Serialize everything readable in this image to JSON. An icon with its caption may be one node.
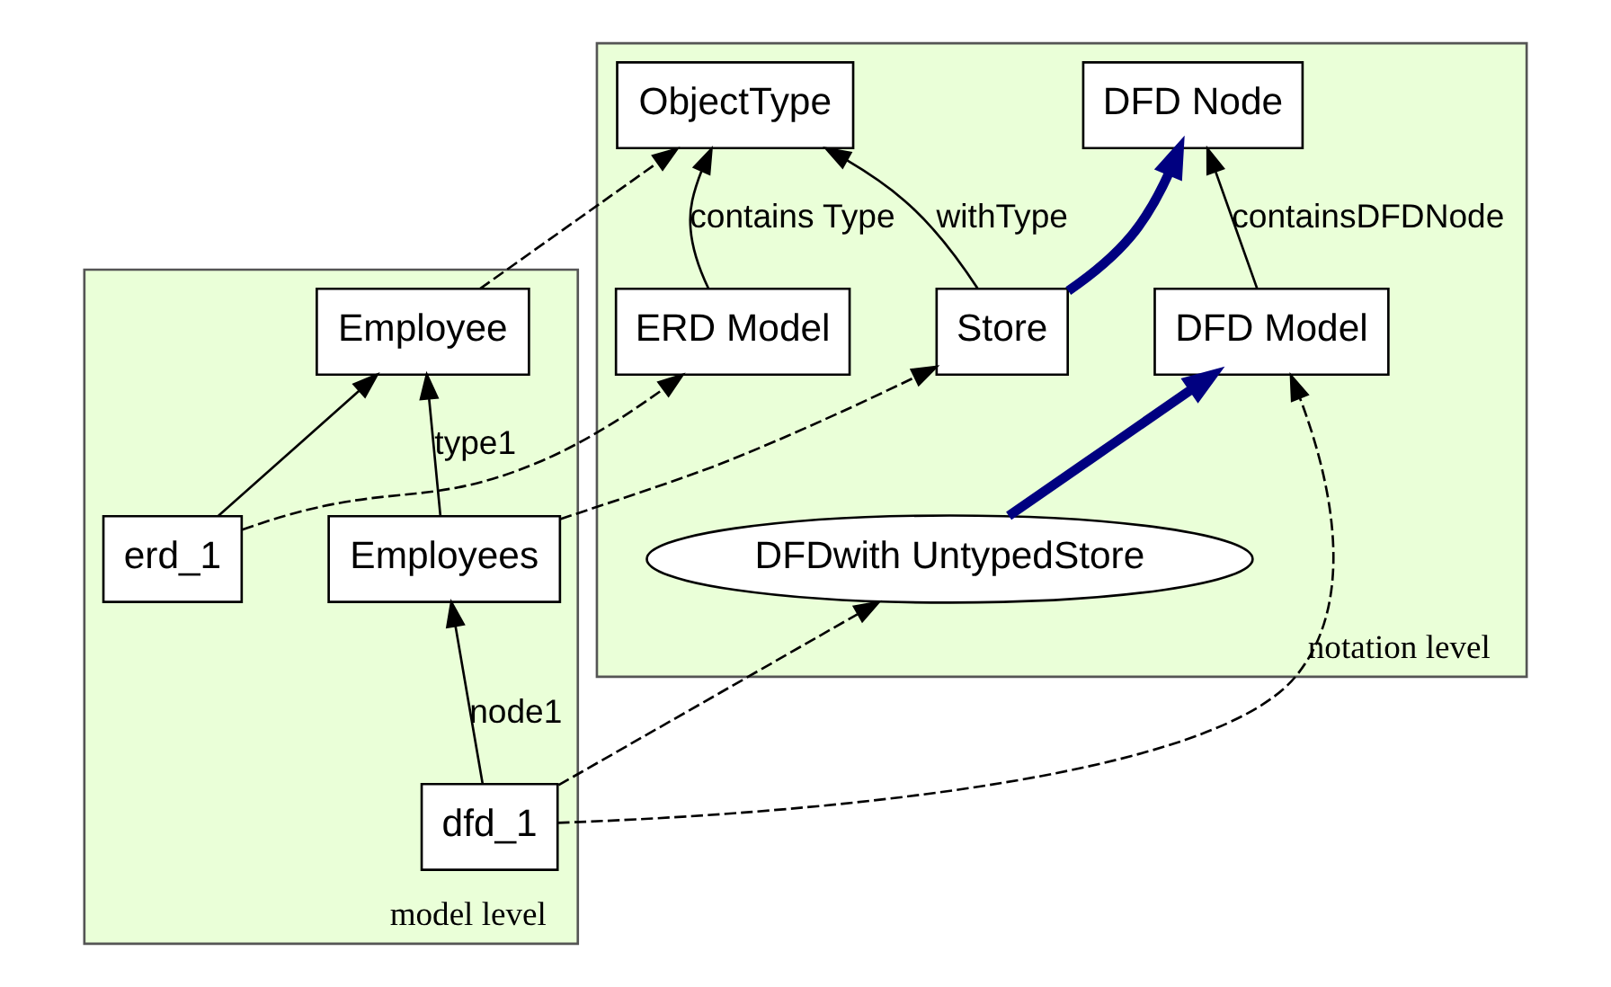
{
  "diagram": {
    "nodes": [
      {
        "text": [
          "notation level"
        ]
      },
      {
        "text": [
          "ERD Model"
        ],
        "in": 0
      },
      {
        "text": [
          "DFD Node"
        ],
        "in": 0
      },
      {
        "text": [
          "ObjectType"
        ],
        "in": 0
      },
      {
        "text": [
          "Store"
        ],
        "in": 0
      },
      {
        "text": [
          "DFD Model"
        ],
        "in": 0
      },
      {
        "text": [
          "DFDwith UntypedStore"
        ],
        "in": 0
      },
      {
        "text": [
          "model level"
        ]
      },
      {
        "text": [
          "erd_1"
        ],
        "in": 7
      },
      {
        "text": [
          "dfd_1"
        ],
        "in": 7
      },
      {
        "text": [
          "Employees"
        ],
        "in": 7
      },
      {
        "text": [
          "Employee"
        ],
        "in": 7
      }
    ],
    "edges": [
      {
        "from": 1,
        "to": 3,
        "arrow": "to",
        "label": "contains Type"
      },
      {
        "from": 5,
        "to": 2,
        "arrow": "to",
        "label": "containsDFDNode"
      },
      {
        "from": 4,
        "to": 3,
        "arrow": "to",
        "label": "withType"
      },
      {
        "from": 4,
        "to": 2,
        "arrow": "to",
        "style": "thick",
        "color": "#000080"
      },
      {
        "from": 6,
        "to": 5,
        "arrow": "to",
        "style": "thick",
        "color": "#000080"
      },
      {
        "from": 11,
        "to": 3,
        "arrow": "to",
        "style": "dashed"
      },
      {
        "from": 8,
        "to": 1,
        "arrow": "to",
        "style": "dashed"
      },
      {
        "from": 10,
        "to": 4,
        "arrow": "to",
        "style": "dashed"
      },
      {
        "from": 9,
        "to": 5,
        "arrow": "to",
        "style": "dashed"
      },
      {
        "from": 9,
        "to": 6,
        "arrow": "to",
        "style": "dashed"
      },
      {
        "from": 8,
        "to": 11,
        "arrow": "to"
      },
      {
        "from": 9,
        "to": 10,
        "arrow": "to",
        "label": "node1"
      },
      {
        "from": 10,
        "to": 11,
        "arrow": "to",
        "label": "type1"
      }
    ]
  }
}
